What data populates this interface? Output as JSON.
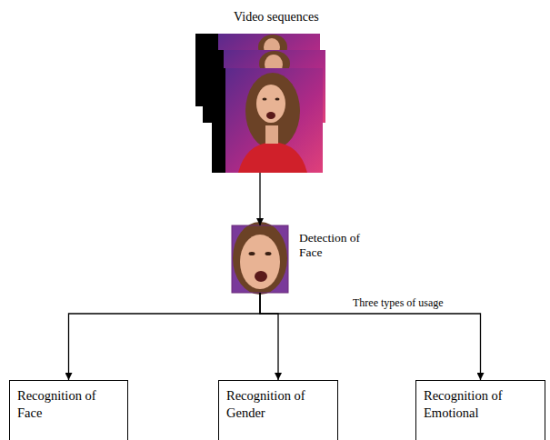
{
  "diagram": {
    "nodes": [
      {
        "text": [
          "Video sequences"
        ]
      },
      {
        "text": [
          "Detection of Face"
        ]
      },
      {
        "text": [
          "Recognition of Face"
        ]
      },
      {
        "text": [
          "Recognition of Gender"
        ]
      },
      {
        "text": [
          "Recognition of Emotional"
        ]
      }
    ],
    "edges": [
      {
        "from": 0,
        "to": 1,
        "arrow": "to"
      },
      {
        "from": 1,
        "to": 2,
        "arrow": "to"
      },
      {
        "from": 1,
        "to": 3,
        "arrow": "to"
      },
      {
        "from": 1,
        "to": 4,
        "arrow": "to"
      }
    ],
    "labels": [
      "Three types of usage"
    ]
  }
}
